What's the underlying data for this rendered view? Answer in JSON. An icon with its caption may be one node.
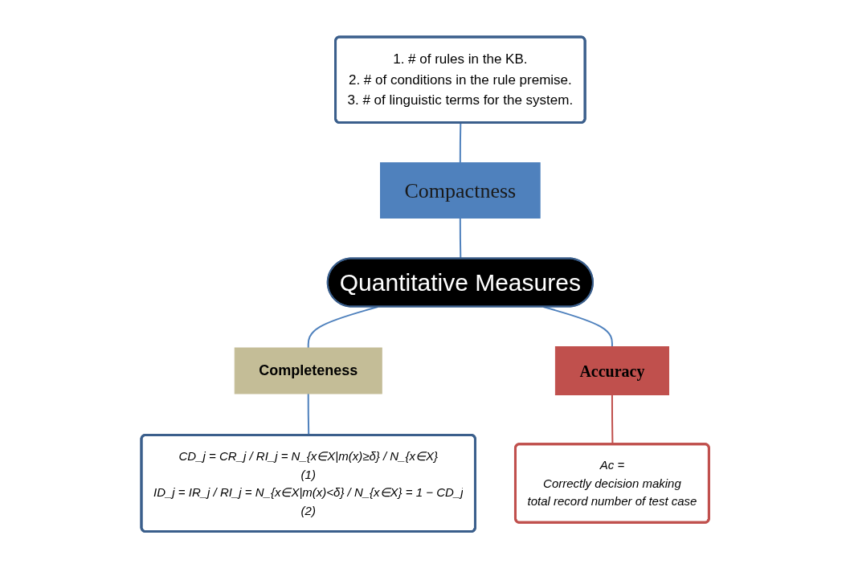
{
  "diagram": {
    "nodes": [
      {
        "text": [
          "Compactness"
        ]
      },
      {
        "text": [
          "1. # of rules in the KB.",
          "2. # of conditions in the rule premise.",
          "3. # of linguistic terms for the system."
        ]
      },
      {
        "text": [
          "Quantitative Measures"
        ]
      },
      {
        "text": [
          "Completeness"
        ]
      },
      {
        "text": [
          "Accuracy"
        ]
      },
      {
        "text": [
          "CD_j = CR_j / RI_j = N_{x∈X|m(x)≥δ} / N_{x∈X}",
          "(1)",
          "ID_j = IR_j / RI_j = N_{x∈X|m(x)<δ} / N_{x∈X} = 1 − CD_j",
          "(2)"
        ]
      },
      {
        "text": [
          "Ac =",
          "Correctly decision making",
          "total record number of test case"
        ]
      }
    ],
    "edges": [
      {
        "from": 1,
        "to": 0,
        "arrow": "none"
      },
      {
        "from": 0,
        "to": 2,
        "arrow": "none"
      },
      {
        "from": 2,
        "to": 3,
        "arrow": "none"
      },
      {
        "from": 2,
        "to": 4,
        "arrow": "none"
      },
      {
        "from": 3,
        "to": 5,
        "arrow": "none"
      },
      {
        "from": 4,
        "to": 6,
        "arrow": "none",
        "color": "#c0504d"
      }
    ]
  }
}
